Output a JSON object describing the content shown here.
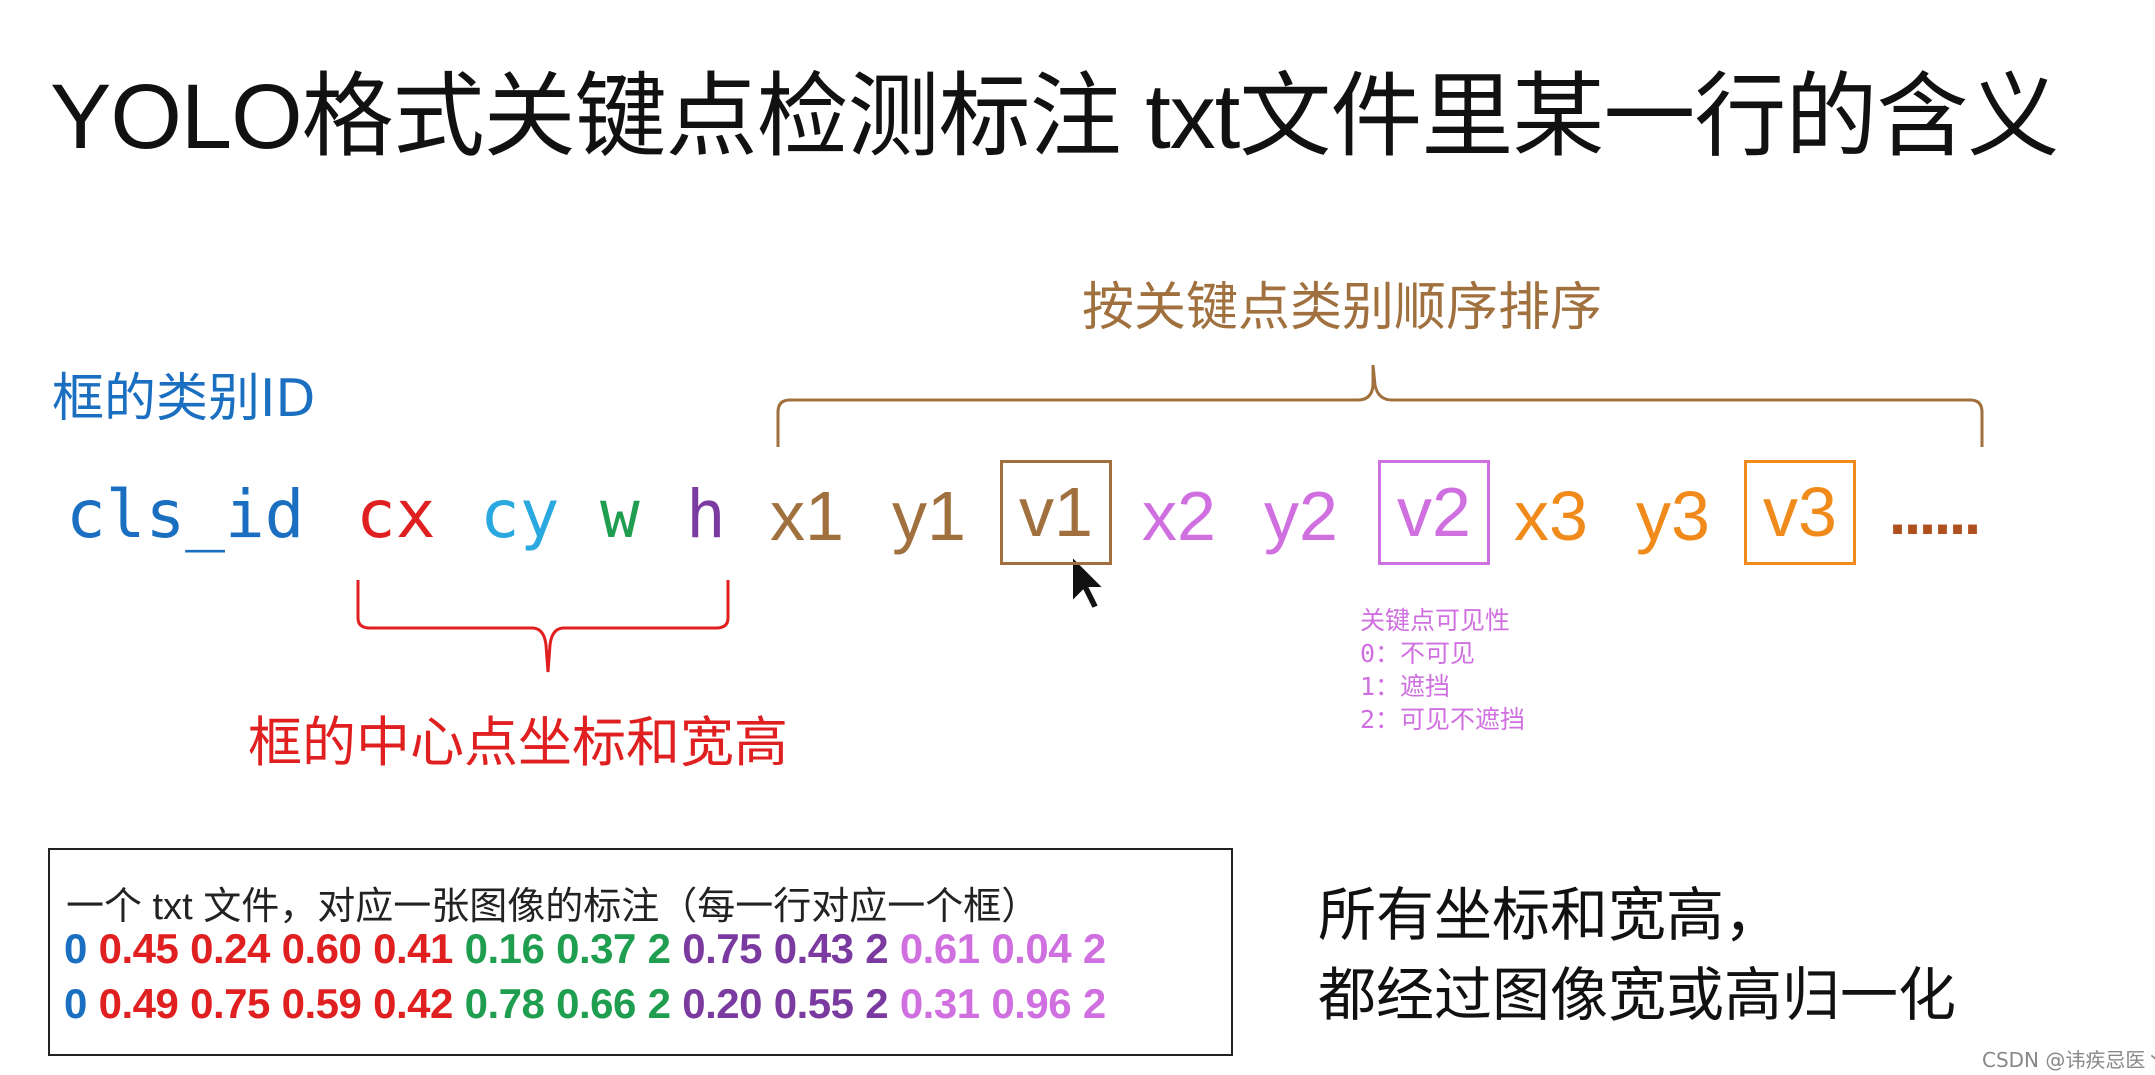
{
  "title": "YOLO格式关键点检测标注 txt文件里某一行的含义",
  "labels": {
    "box_class_id": "框的类别ID",
    "keypoint_order": "按关键点类别顺序排序",
    "bbox_center_size": "框的中心点坐标和宽高"
  },
  "fields": {
    "cls_id": "cls_id",
    "cx": "cx",
    "cy": "cy",
    "w": "w",
    "h": "h",
    "x1": "x1",
    "y1": "y1",
    "v1": "v1",
    "x2": "x2",
    "y2": "y2",
    "v2": "v2",
    "x3": "x3",
    "y3": "y3",
    "v3": "v3",
    "ellipsis": "......"
  },
  "visibility_legend": {
    "title": "关键点可见性",
    "items": [
      "0：不可见",
      "1：遮挡",
      "2：可见不遮挡"
    ]
  },
  "example": {
    "caption": "一个 txt 文件，对应一张图像的标注（每一行对应一个框）",
    "rows": [
      [
        "0",
        "0.45",
        "0.24",
        "0.60",
        "0.41",
        "0.16",
        "0.37",
        "2",
        "0.75",
        "0.43",
        "2",
        "0.61",
        "0.04",
        "2"
      ],
      [
        "0",
        "0.49",
        "0.75",
        "0.59",
        "0.42",
        "0.78",
        "0.66",
        "2",
        "0.20",
        "0.55",
        "2",
        "0.31",
        "0.96",
        "2"
      ]
    ]
  },
  "normalize_note": {
    "line1": "所有坐标和宽高，",
    "line2": "都经过图像宽或高归一化"
  },
  "watermark": "CSDN @讳疾忌医丶",
  "colors": {
    "cls": "#1a6fc0",
    "bbox_cx": "#e02020",
    "cy": "#2aa8e0",
    "w": "#1f9e4f",
    "h": "#7a3aa0",
    "kp1": "#a0713e",
    "kp2": "#d070e0",
    "kp3": "#f08a1a"
  }
}
